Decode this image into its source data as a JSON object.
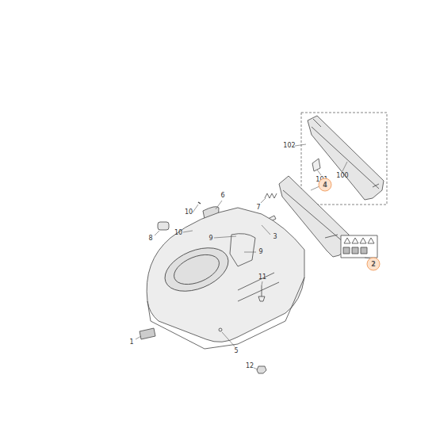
{
  "diagram": {
    "labels": [
      "102",
      "101",
      "100",
      "4",
      "6",
      "7",
      "3",
      "10",
      "10",
      "8",
      "9",
      "11",
      "9",
      "2",
      "1",
      "5",
      "12"
    ]
  }
}
